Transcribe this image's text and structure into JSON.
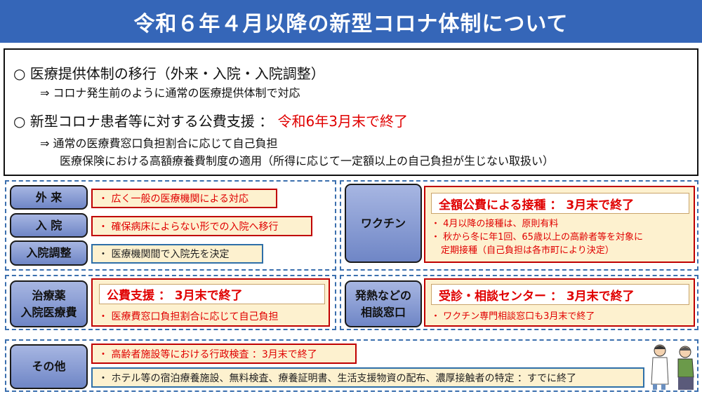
{
  "title": "令和６年４月以降の新型コロナ体制について",
  "summary": {
    "item1": "○ 医療提供体制の移行（外来・入院・入院調整）",
    "item1_sub": "⇒ コロナ発生前のように通常の医療提供体制で対応",
    "item2": "○ 新型コロナ患者等に対する公費支援 ： ",
    "item2_highlight": "令和6年3月末で終了",
    "item2_sub1": "⇒ 通常の医療費窓口負担割合に応じて自己負担",
    "item2_sub2": "医療保険における高額療養費制度の適用（所得に応じて一定額以上の自己負担が生じない取扱い）"
  },
  "outpatient": {
    "label": "外 来",
    "text": "・ 広く一般の医療機関による対応"
  },
  "inpatient": {
    "label": "入 院",
    "text": "・ 確保病床によらない形での入院へ移行"
  },
  "admission": {
    "label": "入院調整",
    "text": "・ 医療機関間で入院先を決定"
  },
  "vaccine": {
    "label": "ワクチン",
    "headline": "全額公費による接種 ： 3月末で終了",
    "bullet1": "・ 4月以降の接種は、原則有料",
    "bullet2": "・ 秋から冬に年1回、65歳以上の高齢者等を対象に",
    "bullet2_cont": "定期接種（自己負担は各市町により決定）"
  },
  "treatment": {
    "label_line1": "治療薬",
    "label_line2": "入院医療費",
    "headline": "公費支援 ： 3月末で終了",
    "bullet": "・ 医療費窓口負担割合に応じて自己負担"
  },
  "consult": {
    "label_line1": "発熱などの",
    "label_line2": "相談窓口",
    "headline": "受診・相談センター ： 3月末で終了",
    "bullet": "・ ワクチン専門相談窓口も3月末で終了"
  },
  "other": {
    "label": "その他",
    "item1": "・ 高齢者施設等における行政検査 ：3月末で終了",
    "item2": "・ ホテル等の宿泊療養施設、無料検査、療養証明書、生活支援物資の配布、濃厚接触者の特定 ：すでに終了"
  },
  "colors": {
    "title_bg": "#3566b8",
    "red": "#e00000",
    "cream": "#fdf1cf"
  }
}
